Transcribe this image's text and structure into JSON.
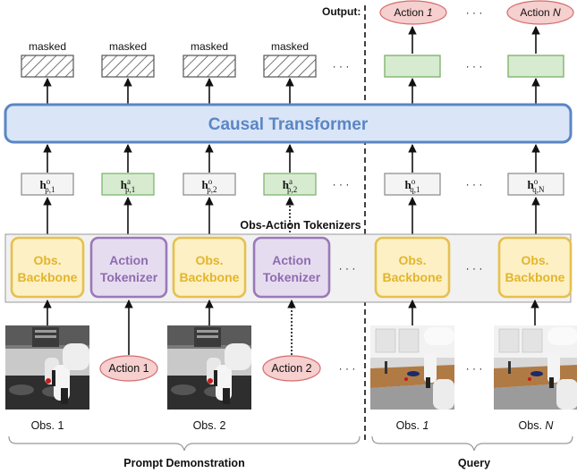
{
  "header": {
    "output_label": "Output:",
    "output_actions": [
      {
        "text": "Action ",
        "index": "1"
      },
      {
        "text": "Action ",
        "index": "N"
      }
    ]
  },
  "masked_label": "masked",
  "transformer_label": "Causal Transformer",
  "tokens": [
    {
      "base": "h",
      "sup": "o",
      "sub": "p,1",
      "kind": "obs"
    },
    {
      "base": "h",
      "sup": "a",
      "sub": "p,1",
      "kind": "action"
    },
    {
      "base": "h",
      "sup": "o",
      "sub": "p,2",
      "kind": "obs"
    },
    {
      "base": "h",
      "sup": "a",
      "sub": "p,2",
      "kind": "action"
    },
    {
      "base": "h",
      "sup": "o",
      "sub": "q,1",
      "kind": "obs"
    },
    {
      "base": "h",
      "sup": "o",
      "sub": "q,N",
      "kind": "obs"
    }
  ],
  "tokenizers_label": "Obs-Action Tokenizers",
  "modules": {
    "obs": [
      "Obs.",
      "Backbone"
    ],
    "action": [
      "Action",
      "Tokenizer"
    ]
  },
  "inputs": {
    "action1": "Action 1",
    "action2": "Action 2"
  },
  "obs_labels": [
    {
      "text": "Obs. ",
      "index": "1",
      "italic": false
    },
    {
      "text": "Obs. ",
      "index": "2",
      "italic": false
    },
    {
      "text": "Obs. ",
      "index": "1",
      "italic": true
    },
    {
      "text": "Obs. ",
      "index": "N",
      "italic": true
    }
  ],
  "sections": {
    "prompt": "Prompt Demonstration",
    "query": "Query"
  },
  "ellipsis": "· · ·",
  "colors": {
    "transformer_fill": "#dae6f7",
    "transformer_stroke": "#5b86c5",
    "transformer_text": "#5b86c5",
    "obs_fill": "#fdf0c4",
    "obs_stroke": "#e6c04d",
    "obs_text": "#e3b52c",
    "action_fill": "#e6dcef",
    "action_stroke": "#9a79b8",
    "action_text": "#8e6cb0",
    "green_fill": "#d6ebcf",
    "green_stroke": "#79b066",
    "ellipse_fill": "#f6cfcf",
    "ellipse_stroke": "#d46c6c",
    "gray_box_fill": "#f1f1f1",
    "gray_box_stroke": "#999999"
  }
}
